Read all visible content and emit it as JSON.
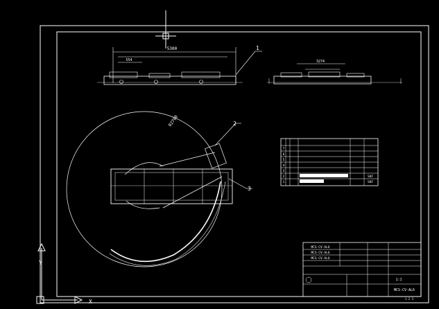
{
  "drawing": {
    "balloons": [
      "1",
      "2",
      "3"
    ],
    "dims": {
      "overall_length": "5300",
      "sub_length": "554",
      "side_length": "3274",
      "radius": "R2700"
    },
    "parts_table": {
      "rows": [
        {
          "no": "7",
          "name": ""
        },
        {
          "no": "6",
          "name": ""
        },
        {
          "no": "5",
          "name": ""
        },
        {
          "no": "4",
          "name": ""
        },
        {
          "no": "3",
          "name": ""
        },
        {
          "no": "2",
          "name": ""
        },
        {
          "no": "1",
          "name": ""
        }
      ],
      "right_values": [
        "SKF",
        "SKF"
      ]
    },
    "title_block": {
      "drawing_no_rows": [
        "MCS-CV-AL6",
        "MCS-CV-AL6",
        "MCS-CV-AL6"
      ],
      "code": "MCS-CV-AL6",
      "sheet": "1:1",
      "page": "1 2 3"
    }
  },
  "colors": {
    "background": "#000000",
    "linework": "#ffffff",
    "crosshair": "#ffffff"
  },
  "icons": [
    "ucs-axis-icon"
  ]
}
